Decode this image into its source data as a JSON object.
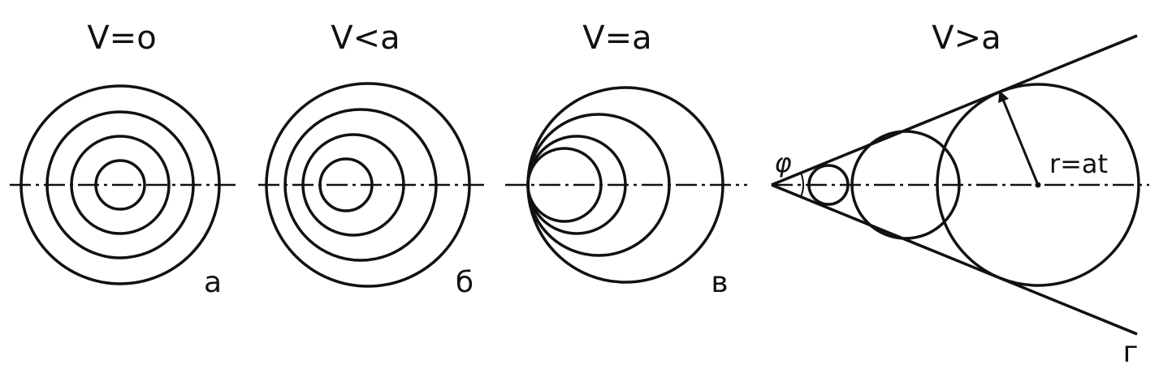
{
  "panels": [
    {
      "id": "a",
      "title": "V=o",
      "letter": "a"
    },
    {
      "id": "b",
      "title": "V<a",
      "letter": "б"
    },
    {
      "id": "c",
      "title": "V=a",
      "letter": "в"
    },
    {
      "id": "d",
      "title": "V>a",
      "letter": "г"
    }
  ],
  "labels": {
    "angle": "φ",
    "radius": "r=at"
  },
  "colors": {
    "ink": "#111111",
    "background": "#ffffff"
  }
}
